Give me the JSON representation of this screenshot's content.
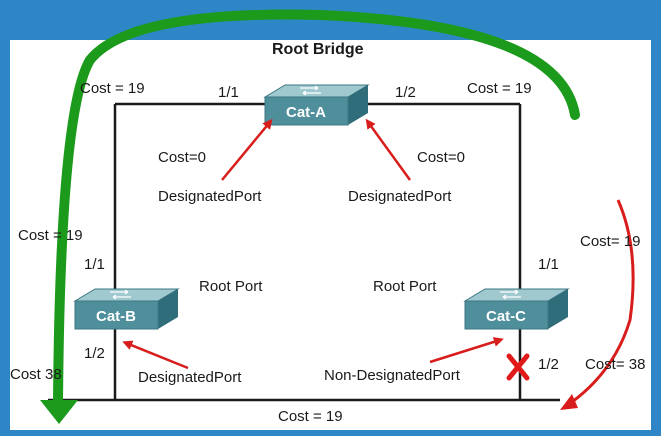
{
  "title": "Root Bridge",
  "switches": {
    "a": {
      "name": "Cat-A"
    },
    "b": {
      "name": "Cat-B"
    },
    "c": {
      "name": "Cat-C"
    }
  },
  "labels": {
    "cost_top_left": "Cost = 19",
    "cost_top_right": "Cost = 19",
    "port_a_1": "1/1",
    "port_a_2": "1/2",
    "cost_a_left": "Cost=0",
    "cost_a_right": "Cost=0",
    "designated_a_left": "DesignatedPort",
    "designated_a_right": "DesignatedPort",
    "cost_left_side": "Cost = 19",
    "cost_right_side": "Cost= 19",
    "port_b_1": "1/1",
    "port_c_1": "1/1",
    "root_port_b": "Root Port",
    "root_port_c": "Root Port",
    "port_b_2": "1/2",
    "port_c_2": "1/2",
    "cost_bottom_left": "Cost 38",
    "cost_bottom_right": "Cost= 38",
    "designated_b": "DesignatedPort",
    "non_designated_c": "Non-DesignatedPort",
    "cost_bottom": "Cost = 19"
  },
  "colors": {
    "background": "#2f86c6",
    "panel": "#ffffff",
    "link": "#1a1a1a",
    "switch_body": "#4e8f9b",
    "green_path": "#1c9a1c",
    "red_arrow": "#d81d1d",
    "blocked_x": "#e01a1a"
  }
}
